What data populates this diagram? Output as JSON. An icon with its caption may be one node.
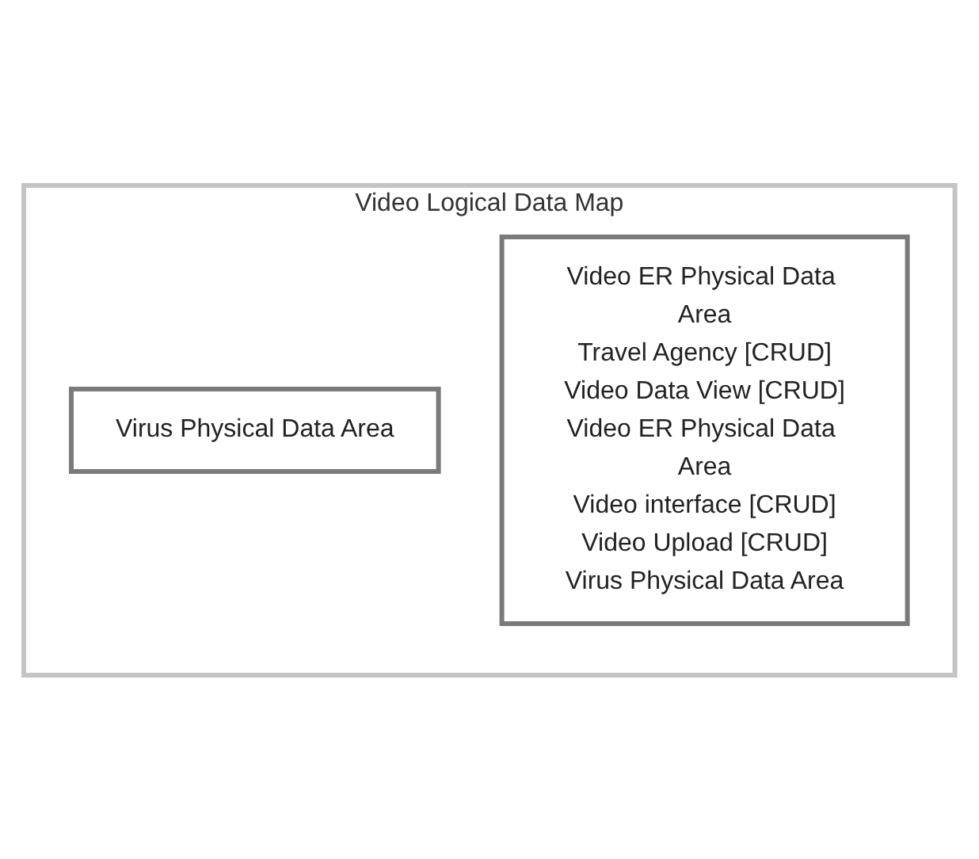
{
  "diagram": {
    "nodes": [
      {
        "text": [
          "Video Logical Data Map"
        ]
      },
      {
        "text": [
          "Virus Physical Data Area"
        ],
        "in": 0
      },
      {
        "text": [
          "Video ER Physical Data Area",
          "Travel Agency [CRUD]",
          "Video Data View [CRUD]",
          "Video ER Physical Data Area",
          "Video interface [CRUD]",
          "Video Upload [CRUD]",
          "Virus Physical Data Area"
        ],
        "in": 0
      }
    ]
  }
}
